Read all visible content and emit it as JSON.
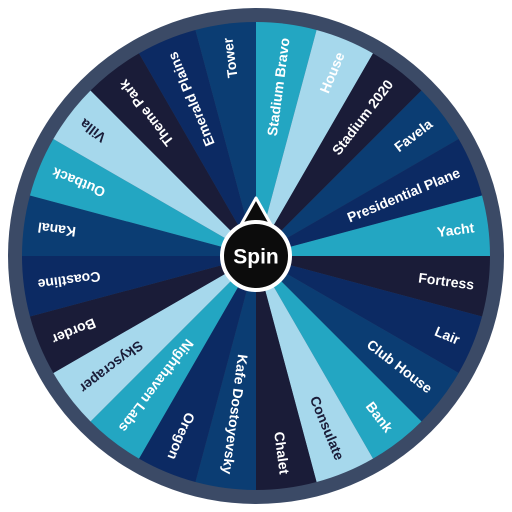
{
  "wheel": {
    "spin_label": "Spin",
    "rim_color": "#3b4a66",
    "hub_color": "#0c0c0c",
    "hub_ring_color": "#ffffff",
    "segments": [
      {
        "label": "Stadium Bravo",
        "color": "#23a6c2",
        "text_color": "#ffffff"
      },
      {
        "label": "House",
        "color": "#a6d8ec",
        "text_color": "#ffffff"
      },
      {
        "label": "Stadium 2020",
        "color": "#1a1c38",
        "text_color": "#ffffff"
      },
      {
        "label": "Favela",
        "color": "#0b3d73",
        "text_color": "#ffffff"
      },
      {
        "label": "Presidential Plane",
        "color": "#0c2a63",
        "text_color": "#ffffff"
      },
      {
        "label": "Yacht",
        "color": "#23a6c2",
        "text_color": "#ffffff"
      },
      {
        "label": "Fortress",
        "color": "#1a1c38",
        "text_color": "#ffffff"
      },
      {
        "label": "Lair",
        "color": "#0c2a63",
        "text_color": "#ffffff"
      },
      {
        "label": "Club House",
        "color": "#0b3d73",
        "text_color": "#ffffff"
      },
      {
        "label": "Bank",
        "color": "#23a6c2",
        "text_color": "#ffffff"
      },
      {
        "label": "Consulate",
        "color": "#a6d8ec",
        "text_color": "#1a1c38"
      },
      {
        "label": "Chalet",
        "color": "#1a1c38",
        "text_color": "#ffffff"
      },
      {
        "label": "Kafe Dostoyevsky",
        "color": "#0b3d73",
        "text_color": "#ffffff"
      },
      {
        "label": "Oregon",
        "color": "#0c2a63",
        "text_color": "#ffffff"
      },
      {
        "label": "Nighthaven Labs",
        "color": "#23a6c2",
        "text_color": "#ffffff"
      },
      {
        "label": "Skyscraper",
        "color": "#a6d8ec",
        "text_color": "#1a1c38"
      },
      {
        "label": "Border",
        "color": "#1a1c38",
        "text_color": "#ffffff"
      },
      {
        "label": "Coastline",
        "color": "#0c2a63",
        "text_color": "#ffffff"
      },
      {
        "label": "Kanal",
        "color": "#0b3d73",
        "text_color": "#ffffff"
      },
      {
        "label": "Outback",
        "color": "#23a6c2",
        "text_color": "#ffffff"
      },
      {
        "label": "Villa",
        "color": "#a6d8ec",
        "text_color": "#1a1c38"
      },
      {
        "label": "Theme Park",
        "color": "#1a1c38",
        "text_color": "#ffffff"
      },
      {
        "label": "Emerald Plains",
        "color": "#0c2a63",
        "text_color": "#ffffff"
      },
      {
        "label": "Tower",
        "color": "#0b3d73",
        "text_color": "#ffffff"
      }
    ]
  }
}
